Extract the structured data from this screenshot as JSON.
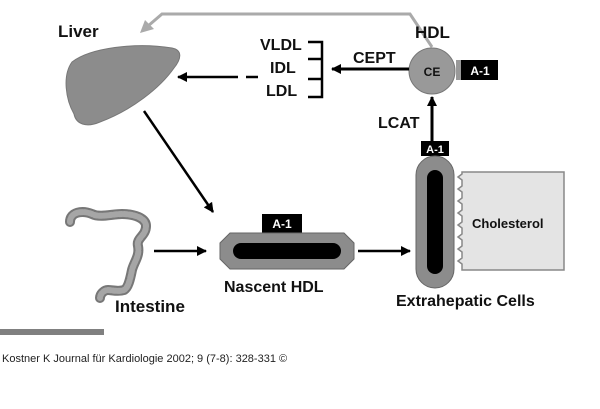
{
  "labels": {
    "liver": "Liver",
    "hdl": "HDL",
    "ce": "CE",
    "apo_a1": "A-1",
    "vldl": "VLDL",
    "idl": "IDL",
    "ldl": "LDL",
    "cept": "CEPT",
    "lcat": "LCAT",
    "cholesterol": "Cholesterol",
    "intestine": "Intestine",
    "nascent_hdl": "Nascent HDL",
    "extrahepatic_cells": "Extrahepatic Cells"
  },
  "citation": "Kostner K Journal für Kardiologie 2002; 9 (7-8): 328-331 ©",
  "colors": {
    "organ_gray": "#8c8c8c",
    "ring_gray": "#999999",
    "black": "#000000",
    "light_box": "#e4e4e4",
    "return_arrow": "#aaaaaa"
  }
}
